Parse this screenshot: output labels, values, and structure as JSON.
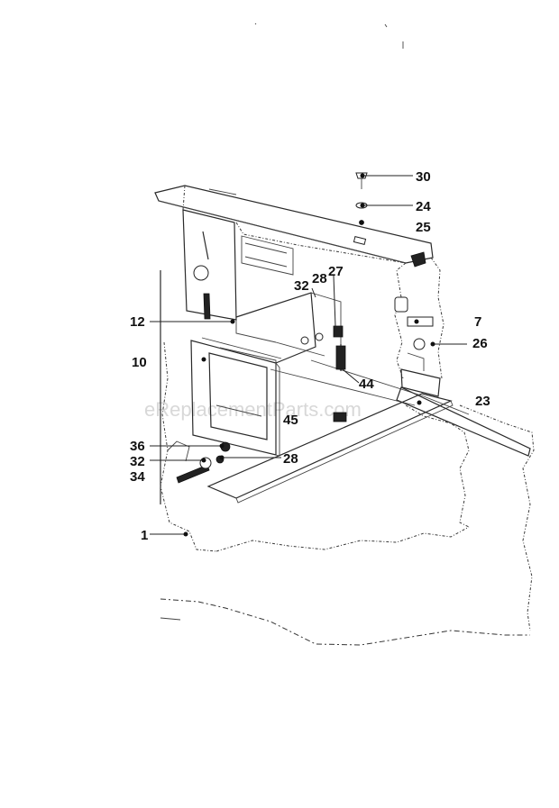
{
  "watermark": "eReplacementParts.com",
  "callouts": {
    "c30": "30",
    "c24": "24",
    "c25": "25",
    "c27": "27",
    "c28a": "28",
    "c32a": "32",
    "c12": "12",
    "c7": "7",
    "c26": "26",
    "c10": "10",
    "c44": "44",
    "c23": "23",
    "c45": "45",
    "c36": "36",
    "c32b": "32",
    "c28b": "28",
    "c34": "34",
    "c1": "1"
  }
}
